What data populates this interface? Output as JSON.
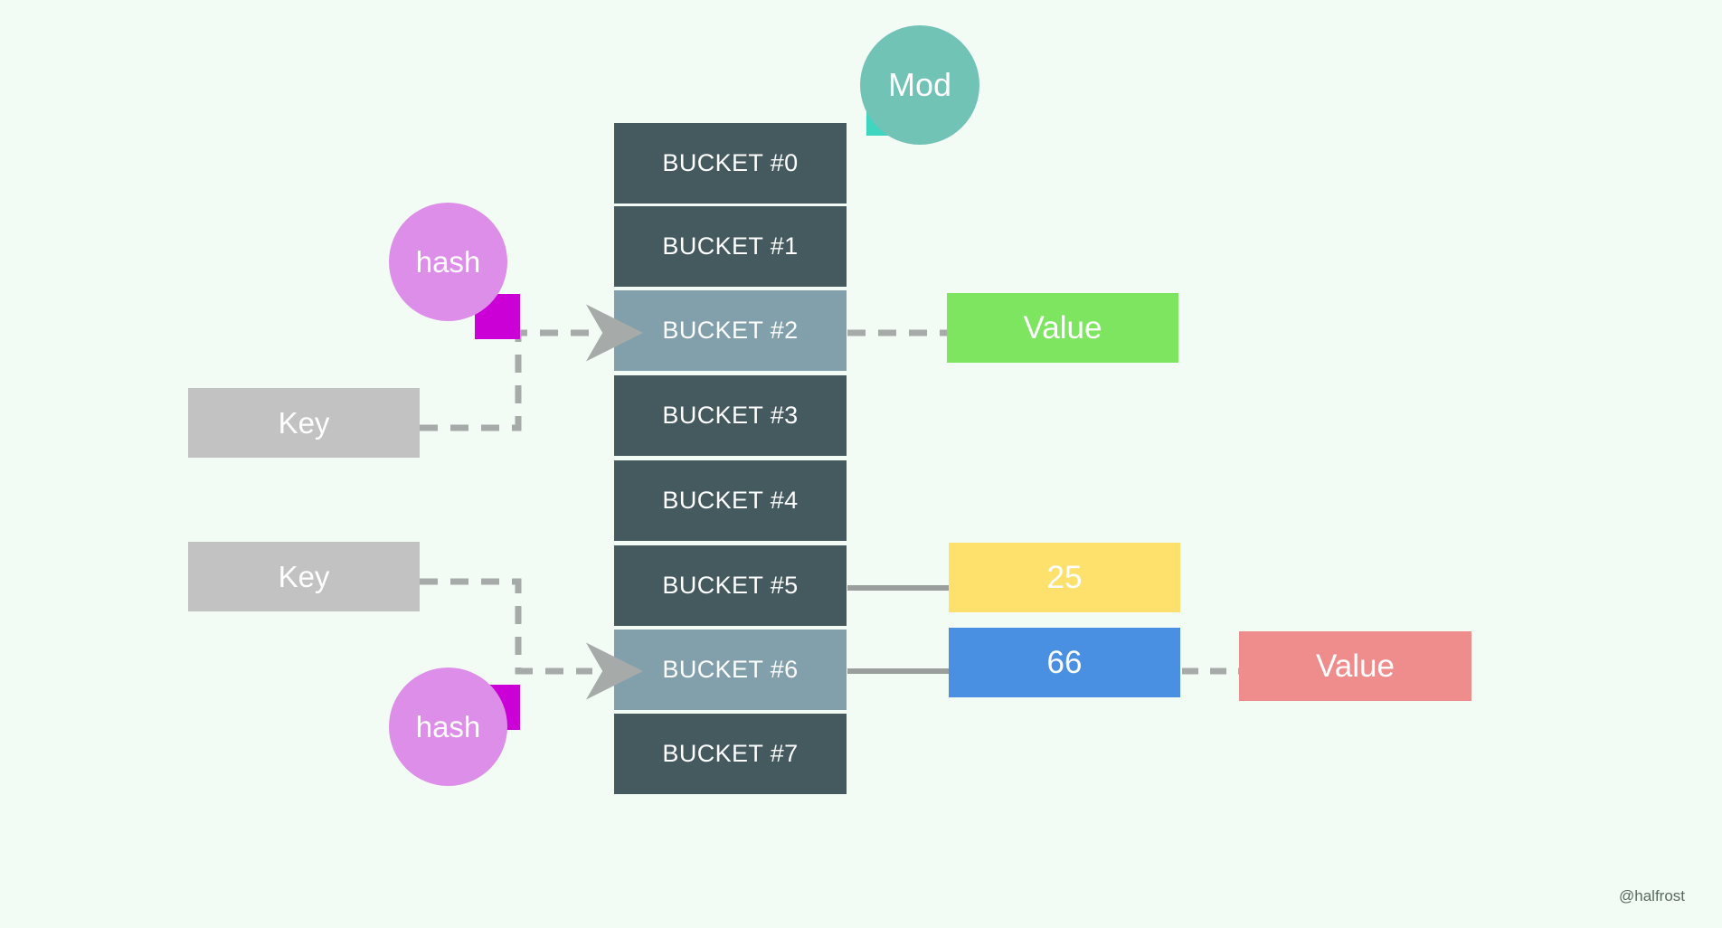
{
  "background_color": "#f2fcf5",
  "diagram": {
    "title_watermark": "@halfrost",
    "buckets": {
      "normal_color": "#455a5f",
      "highlight_color": "#82a0ac",
      "items": [
        {
          "label": "BUCKET #0",
          "highlighted": false
        },
        {
          "label": "BUCKET #1",
          "highlighted": false
        },
        {
          "label": "BUCKET #2",
          "highlighted": true
        },
        {
          "label": "BUCKET #3",
          "highlighted": false
        },
        {
          "label": "BUCKET #4",
          "highlighted": false
        },
        {
          "label": "BUCKET #5",
          "highlighted": false
        },
        {
          "label": "BUCKET #6",
          "highlighted": true
        },
        {
          "label": "BUCKET #7",
          "highlighted": false
        }
      ]
    },
    "circles": [
      {
        "id": "mod",
        "label": "Mod",
        "color": "#71c3b6",
        "tab_color": "#3fd6c0"
      },
      {
        "id": "hash-top",
        "label": "hash",
        "color": "#dd8ee8",
        "tab_color": "#ca00d6"
      },
      {
        "id": "hash-bottom",
        "label": "hash",
        "color": "#dd8ee8",
        "tab_color": "#ca00d6"
      }
    ],
    "keys": [
      {
        "id": "key-top",
        "label": "Key",
        "color": "#c2c2c2"
      },
      {
        "id": "key-bottom",
        "label": "Key",
        "color": "#c2c2c2"
      }
    ],
    "values": [
      {
        "id": "value-green",
        "label": "Value",
        "color": "#7ee561"
      },
      {
        "id": "value-red",
        "label": "Value",
        "color": "#ef8c8c"
      }
    ],
    "numbers": [
      {
        "id": "num-25",
        "label": "25",
        "color": "#fde16c"
      },
      {
        "id": "num-66",
        "label": "66",
        "color": "#4a90e2"
      }
    ],
    "connector_color": "#9ea5a3"
  }
}
